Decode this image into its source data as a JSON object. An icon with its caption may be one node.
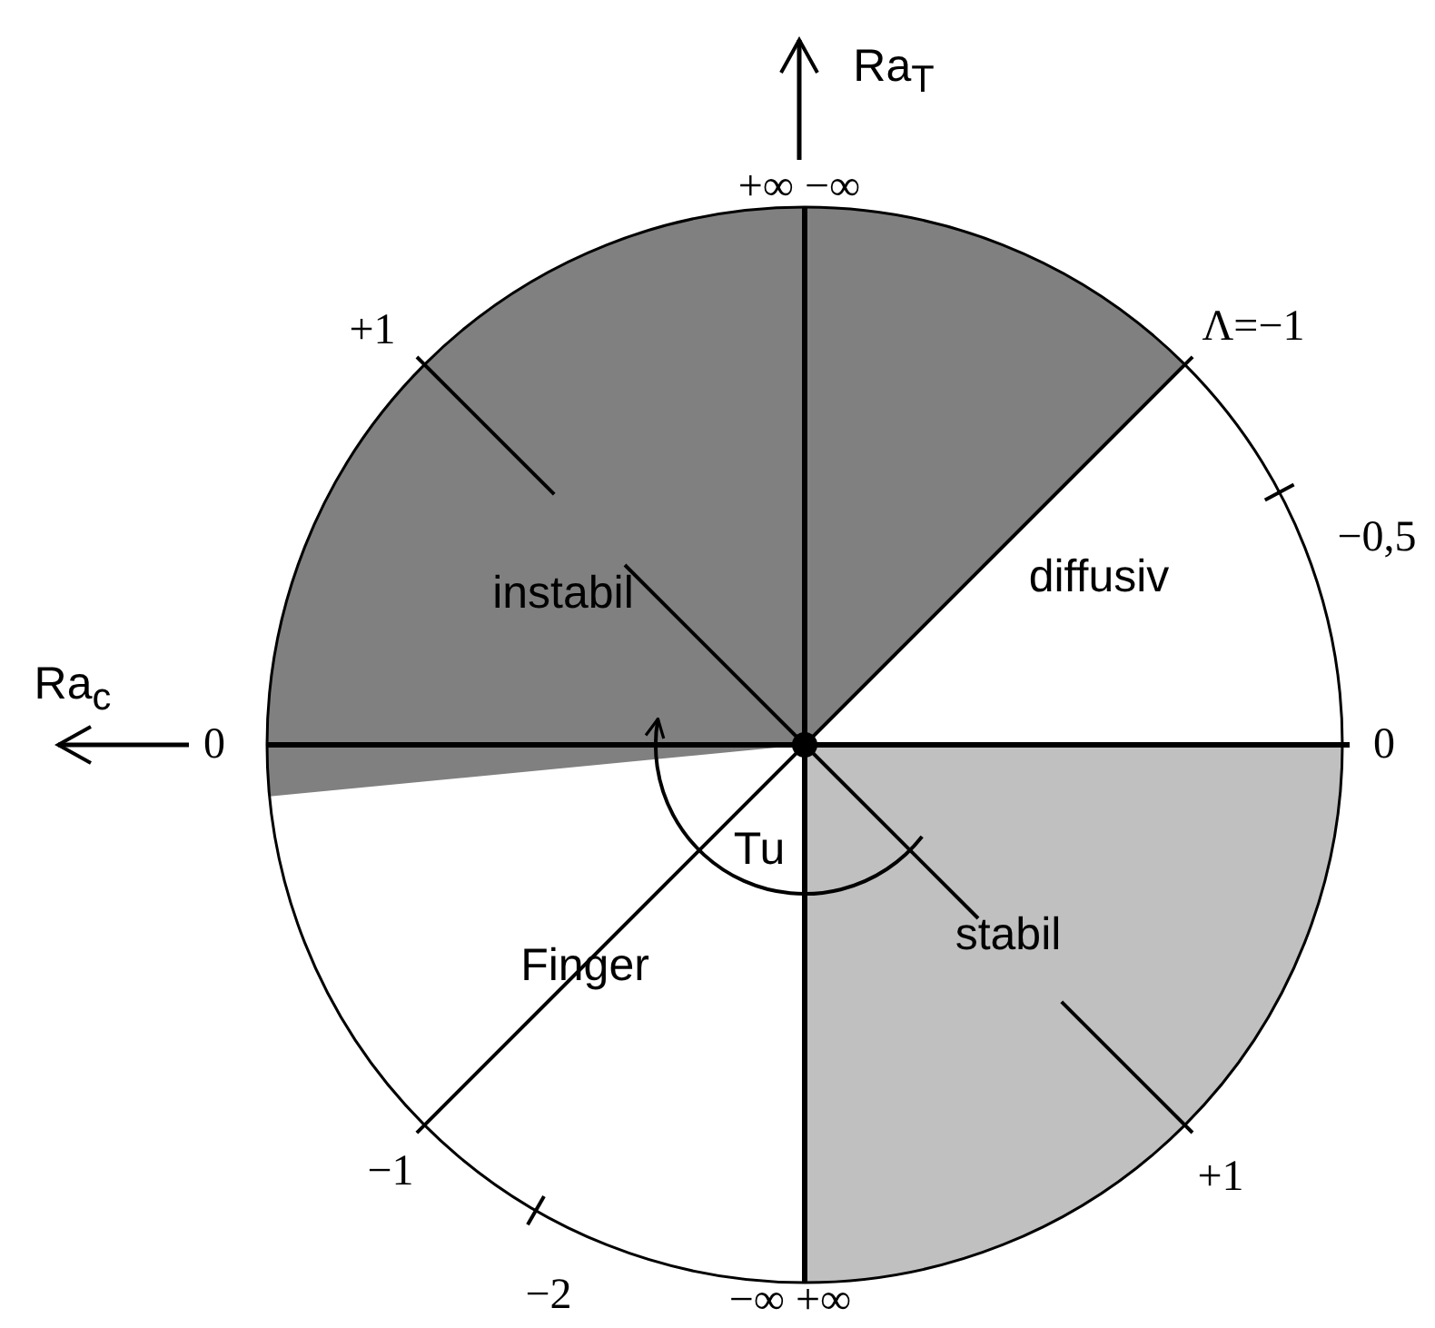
{
  "diagram": {
    "labels": [
      "Ra$_{T}$",
      "+∞ −∞",
      "+1",
      "Λ=−1",
      "−0,5",
      "instabil",
      "diffusiv",
      "Ra$_{c}$",
      "0",
      "0",
      "Tu",
      "Finger",
      "stabil",
      "−1",
      "+1",
      "−2",
      "−∞ +∞"
    ]
  }
}
